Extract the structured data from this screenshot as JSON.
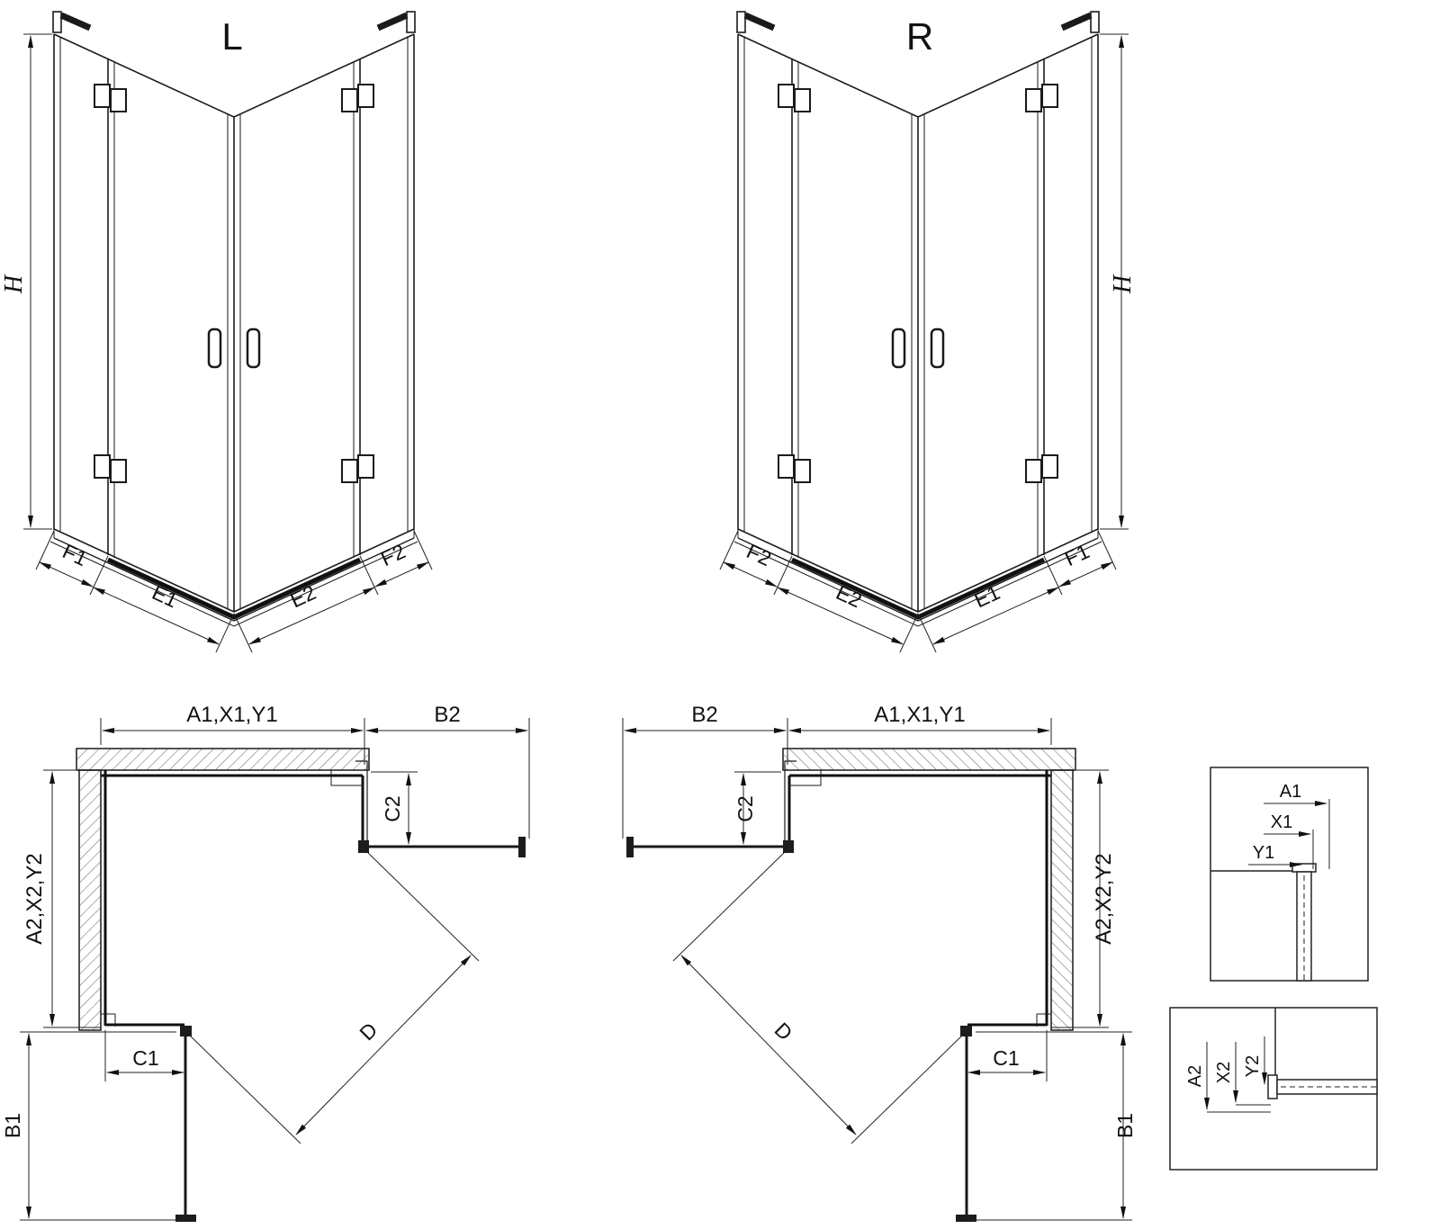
{
  "drawing": {
    "kind": "technical line drawing",
    "subject": "corner shower enclosure with two hinged doors, left and right variants",
    "colors": {
      "line": "#1a1a1a",
      "background": "#ffffff"
    }
  },
  "iso_left": {
    "label": "L",
    "h": "H",
    "f1": "F1",
    "e1": "E1",
    "e2": "E2",
    "f2": "F2"
  },
  "iso_right": {
    "label": "R",
    "h": "H",
    "f1": "F1",
    "e1": "E1",
    "e2": "E2",
    "f2": "F2"
  },
  "plan_left": {
    "a1": "A1,X1,Y1",
    "b2": "B2",
    "c2": "C2",
    "a2": "A2,X2,Y2",
    "c1": "C1",
    "b1": "B1",
    "d": "D"
  },
  "plan_right": {
    "a1": "A1,X1,Y1",
    "b2": "B2",
    "c2": "C2",
    "a2": "A2,X2,Y2",
    "c1": "C1",
    "b1": "B1",
    "d": "D"
  },
  "detail_top": {
    "a1": "A1",
    "x1": "X1",
    "y1": "Y1"
  },
  "detail_bottom": {
    "a2": "A2",
    "x2": "X2",
    "y2": "Y2"
  }
}
